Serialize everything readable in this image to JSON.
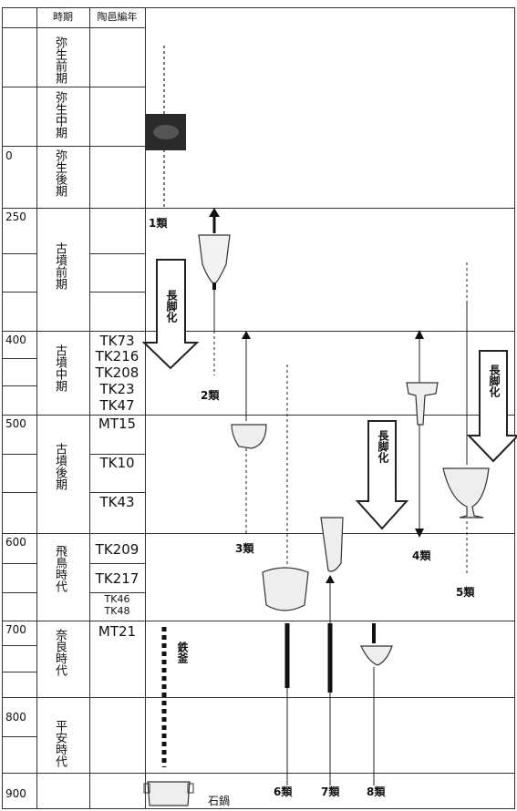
{
  "header": {
    "period_col": "時期",
    "phase_col": "陶邑編年"
  },
  "years": [
    "0",
    "250",
    "400",
    "500",
    "600",
    "700",
    "800",
    "900"
  ],
  "periods": {
    "yayoi_early": "弥生前期",
    "yayoi_middle": "弥生中期",
    "yayoi_late": "弥生後期",
    "kofun_early": "古墳前期",
    "kofun_middle": "古墳中期",
    "kofun_late": "古墳後期",
    "asuka": "飛鳥時代",
    "nara": "奈良時代",
    "heian": "平安時代"
  },
  "phases": {
    "tk73": "TK73",
    "tk216": "TK216",
    "tk208": "TK208",
    "tk23": "TK23",
    "tk47": "TK47",
    "mt15": "MT15",
    "tk10": "TK10",
    "tk43": "TK43",
    "tk209": "TK209",
    "tk217": "TK217",
    "tk46": "TK46",
    "tk48": "TK48",
    "mt21": "MT21"
  },
  "types": {
    "t1": "1類",
    "t2": "2類",
    "t3": "3類",
    "t4": "4類",
    "t5": "5類",
    "t6": "6類",
    "t7": "7類",
    "t8": "8類"
  },
  "annotations": {
    "long_leg": "長脚化",
    "iron_pot": "鉄釜",
    "stone_pot": "石鍋"
  }
}
